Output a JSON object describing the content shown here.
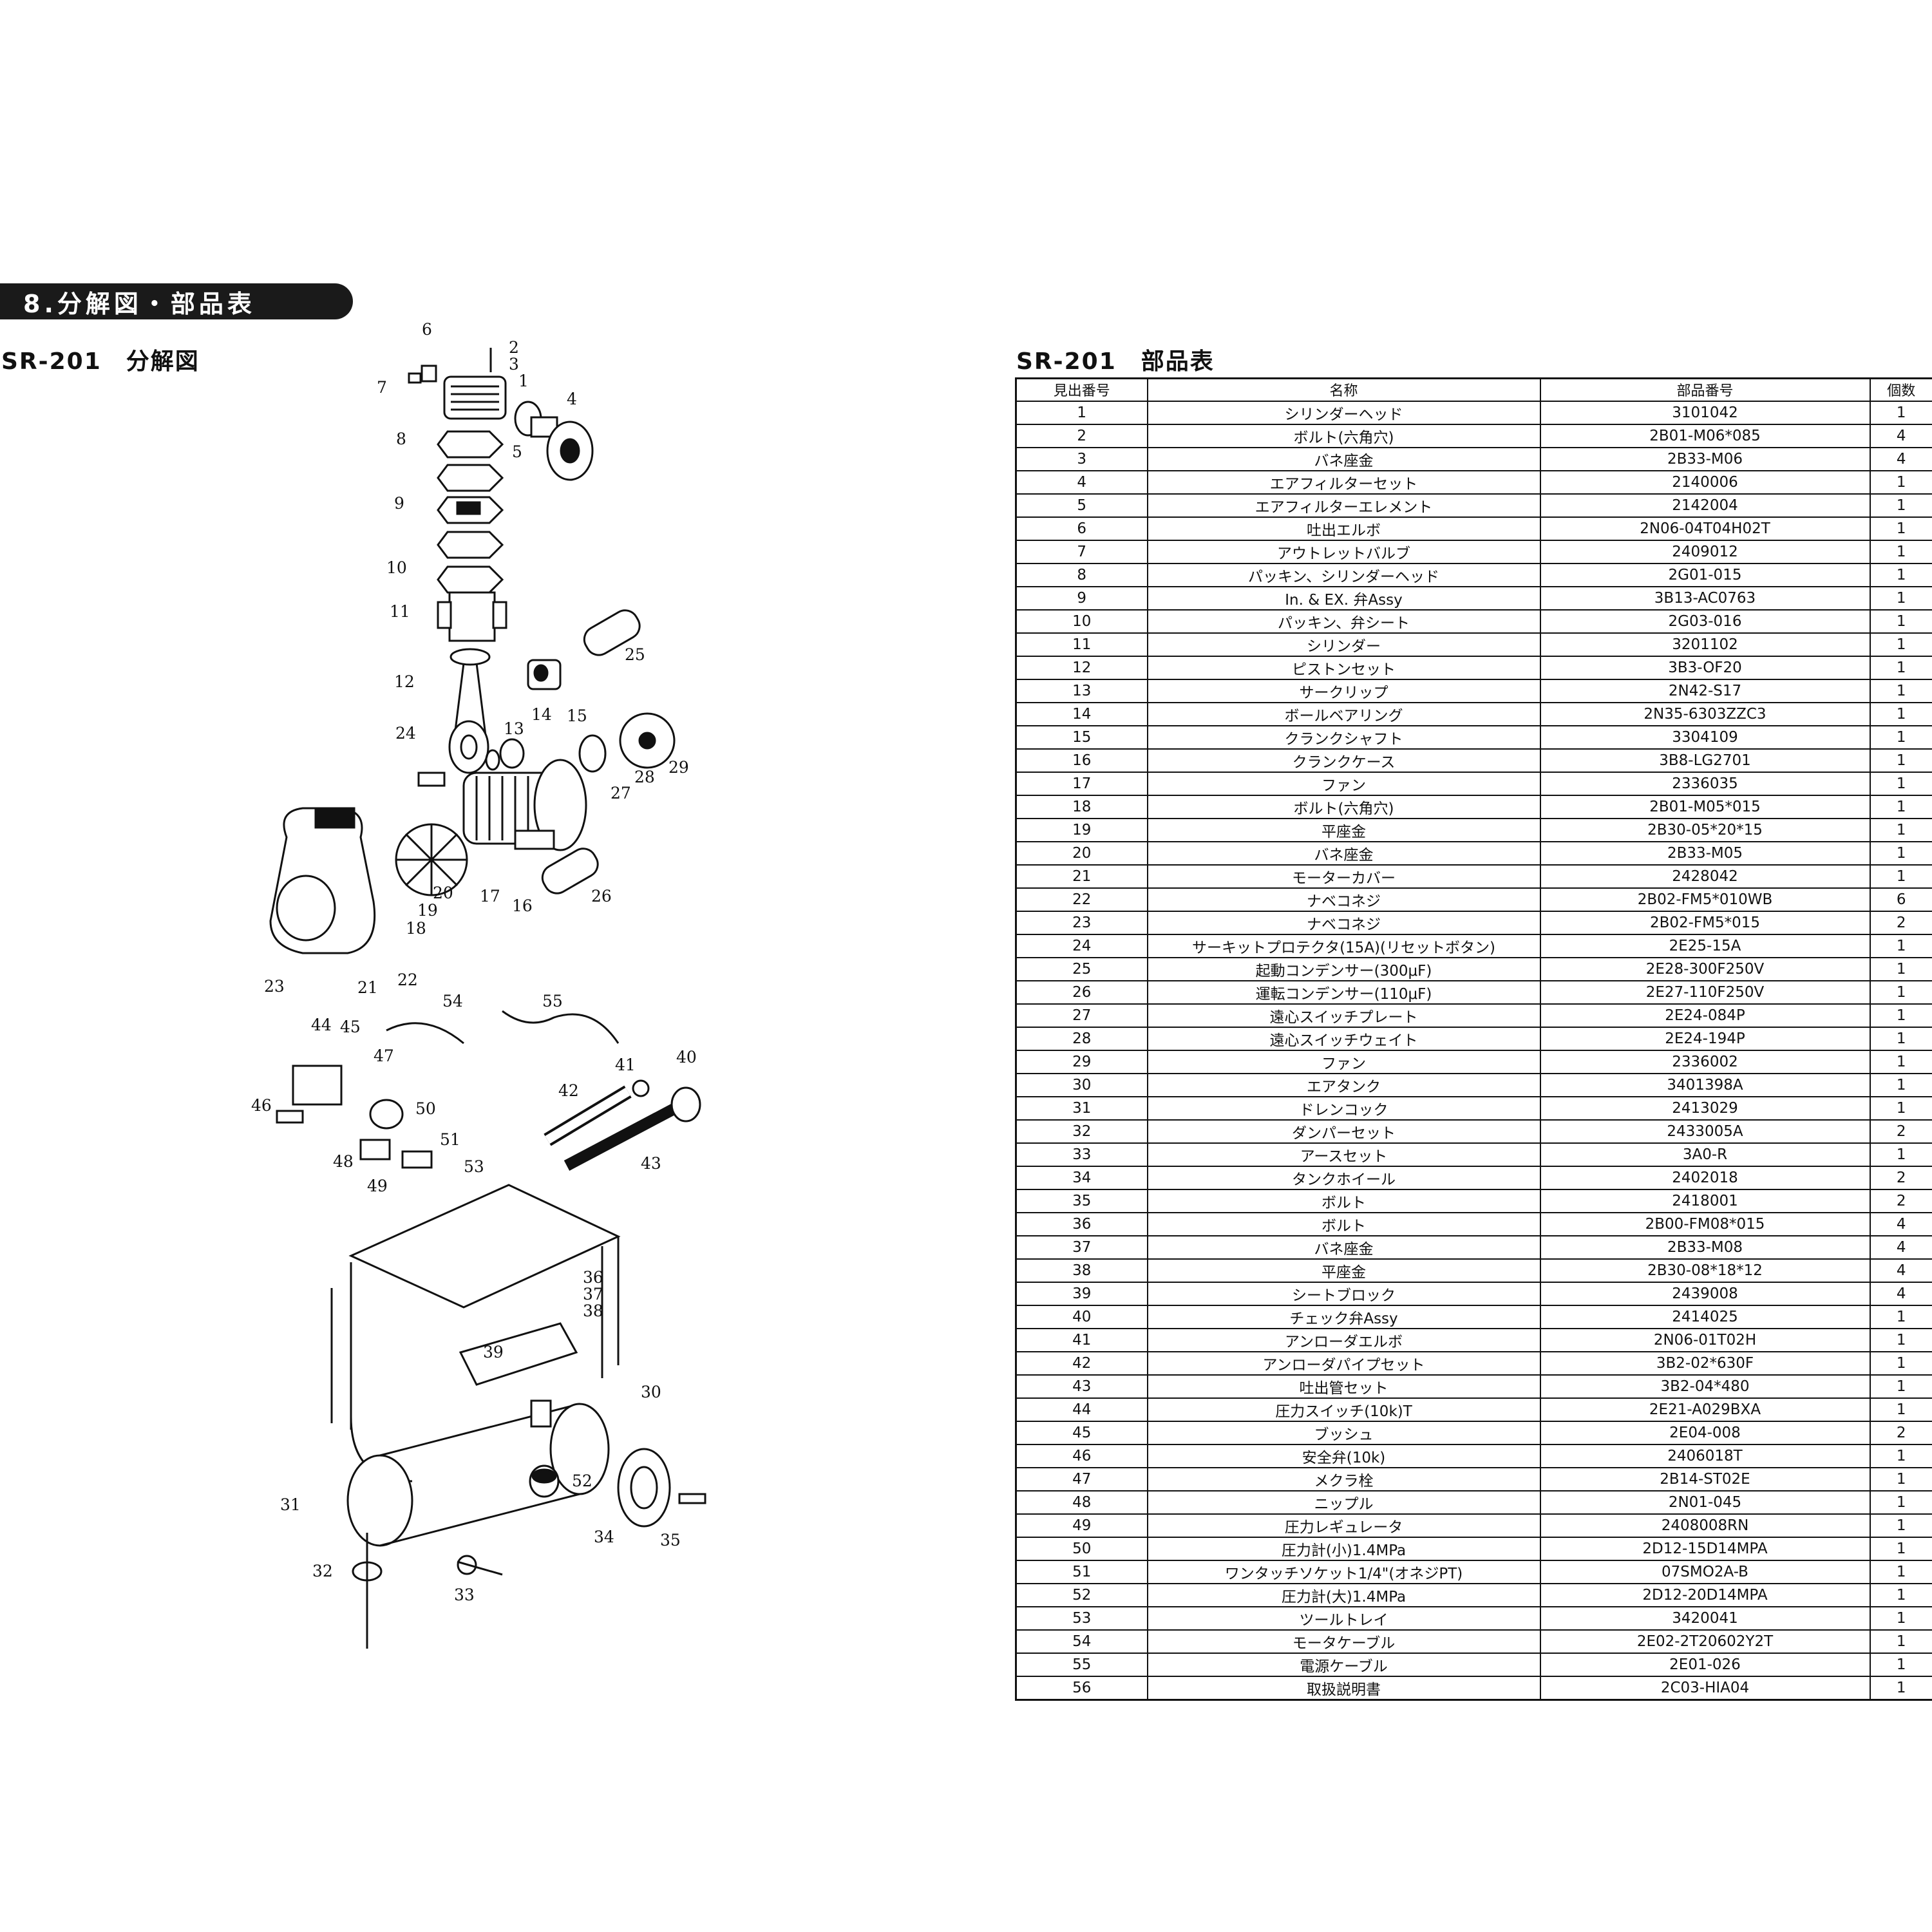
{
  "section_banner": "8.分解図・部品表",
  "diagram_title": "SR-201　分解図",
  "table_title": "SR-201　部品表",
  "table_headers": [
    "見出番号",
    "名称",
    "部品番号",
    "個数"
  ],
  "parts": [
    [
      "1",
      "シリンダーヘッド",
      "3101042",
      "1"
    ],
    [
      "2",
      "ボルト(六角穴)",
      "2B01-M06*085",
      "4"
    ],
    [
      "3",
      "バネ座金",
      "2B33-M06",
      "4"
    ],
    [
      "4",
      "エアフィルターセット",
      "2140006",
      "1"
    ],
    [
      "5",
      "エアフィルターエレメント",
      "2142004",
      "1"
    ],
    [
      "6",
      "吐出エルボ",
      "2N06-04T04H02T",
      "1"
    ],
    [
      "7",
      "アウトレットバルブ",
      "2409012",
      "1"
    ],
    [
      "8",
      "パッキン、シリンダーヘッド",
      "2G01-015",
      "1"
    ],
    [
      "9",
      "In. & EX. 弁Assy",
      "3B13-AC0763",
      "1"
    ],
    [
      "10",
      "パッキン、弁シート",
      "2G03-016",
      "1"
    ],
    [
      "11",
      "シリンダー",
      "3201102",
      "1"
    ],
    [
      "12",
      "ピストンセット",
      "3B3-OF20",
      "1"
    ],
    [
      "13",
      "サークリップ",
      "2N42-S17",
      "1"
    ],
    [
      "14",
      "ボールベアリング",
      "2N35-6303ZZC3",
      "1"
    ],
    [
      "15",
      "クランクシャフト",
      "3304109",
      "1"
    ],
    [
      "16",
      "クランクケース",
      "3B8-LG2701",
      "1"
    ],
    [
      "17",
      "ファン",
      "2336035",
      "1"
    ],
    [
      "18",
      "ボルト(六角穴)",
      "2B01-M05*015",
      "1"
    ],
    [
      "19",
      "平座金",
      "2B30-05*20*15",
      "1"
    ],
    [
      "20",
      "バネ座金",
      "2B33-M05",
      "1"
    ],
    [
      "21",
      "モーターカバー",
      "2428042",
      "1"
    ],
    [
      "22",
      "ナベコネジ",
      "2B02-FM5*010WB",
      "6"
    ],
    [
      "23",
      "ナベコネジ",
      "2B02-FM5*015",
      "2"
    ],
    [
      "24",
      "サーキットプロテクタ(15A)(リセットボタン)",
      "2E25-15A",
      "1"
    ],
    [
      "25",
      "起動コンデンサー(300μF)",
      "2E28-300F250V",
      "1"
    ],
    [
      "26",
      "運転コンデンサー(110μF)",
      "2E27-110F250V",
      "1"
    ],
    [
      "27",
      "遠心スイッチプレート",
      "2E24-084P",
      "1"
    ],
    [
      "28",
      "遠心スイッチウェイト",
      "2E24-194P",
      "1"
    ],
    [
      "29",
      "ファン",
      "2336002",
      "1"
    ],
    [
      "30",
      "エアタンク",
      "3401398A",
      "1"
    ],
    [
      "31",
      "ドレンコック",
      "2413029",
      "1"
    ],
    [
      "32",
      "ダンパーセット",
      "2433005A",
      "2"
    ],
    [
      "33",
      "アースセット",
      "3A0-R",
      "1"
    ],
    [
      "34",
      "タンクホイール",
      "2402018",
      "2"
    ],
    [
      "35",
      "ボルト",
      "2418001",
      "2"
    ],
    [
      "36",
      "ボルト",
      "2B00-FM08*015",
      "4"
    ],
    [
      "37",
      "バネ座金",
      "2B33-M08",
      "4"
    ],
    [
      "38",
      "平座金",
      "2B30-08*18*12",
      "4"
    ],
    [
      "39",
      "シートブロック",
      "2439008",
      "4"
    ],
    [
      "40",
      "チェック弁Assy",
      "2414025",
      "1"
    ],
    [
      "41",
      "アンローダエルボ",
      "2N06-01T02H",
      "1"
    ],
    [
      "42",
      "アンローダパイプセット",
      "3B2-02*630F",
      "1"
    ],
    [
      "43",
      "吐出管セット",
      "3B2-04*480",
      "1"
    ],
    [
      "44",
      "圧力スイッチ(10k)T",
      "2E21-A029BXA",
      "1"
    ],
    [
      "45",
      "ブッシュ",
      "2E04-008",
      "2"
    ],
    [
      "46",
      "安全弁(10k)",
      "2406018T",
      "1"
    ],
    [
      "47",
      "メクラ栓",
      "2B14-ST02E",
      "1"
    ],
    [
      "48",
      "ニップル",
      "2N01-045",
      "1"
    ],
    [
      "49",
      "圧力レギュレータ",
      "2408008RN",
      "1"
    ],
    [
      "50",
      "圧力計(小)1.4MPa",
      "2D12-15D14MPA",
      "1"
    ],
    [
      "51",
      "ワンタッチソケット1/4\"(オネジPT)",
      "07SMO2A-B",
      "1"
    ],
    [
      "52",
      "圧力計(大)1.4MPa",
      "2D12-20D14MPA",
      "1"
    ],
    [
      "53",
      "ツールトレイ",
      "3420041",
      "1"
    ],
    [
      "54",
      "モータケーブル",
      "2E02-2T20602Y2T",
      "1"
    ],
    [
      "55",
      "電源ケーブル",
      "2E01-026",
      "1"
    ],
    [
      "56",
      "取扱説明書",
      "2C03-HIA04",
      "1"
    ]
  ],
  "callouts": [
    "1",
    "2",
    "3",
    "4",
    "5",
    "6",
    "7",
    "8",
    "9",
    "10",
    "11",
    "12",
    "13",
    "14",
    "15",
    "16",
    "17",
    "18",
    "19",
    "20",
    "21",
    "22",
    "23",
    "24",
    "25",
    "26",
    "27",
    "28",
    "29",
    "30",
    "31",
    "32",
    "33",
    "34",
    "35",
    "36",
    "37",
    "38",
    "39",
    "40",
    "41",
    "42",
    "43",
    "44",
    "45",
    "46",
    "47",
    "48",
    "49",
    "50",
    "51",
    "52",
    "53",
    "54",
    "55"
  ]
}
